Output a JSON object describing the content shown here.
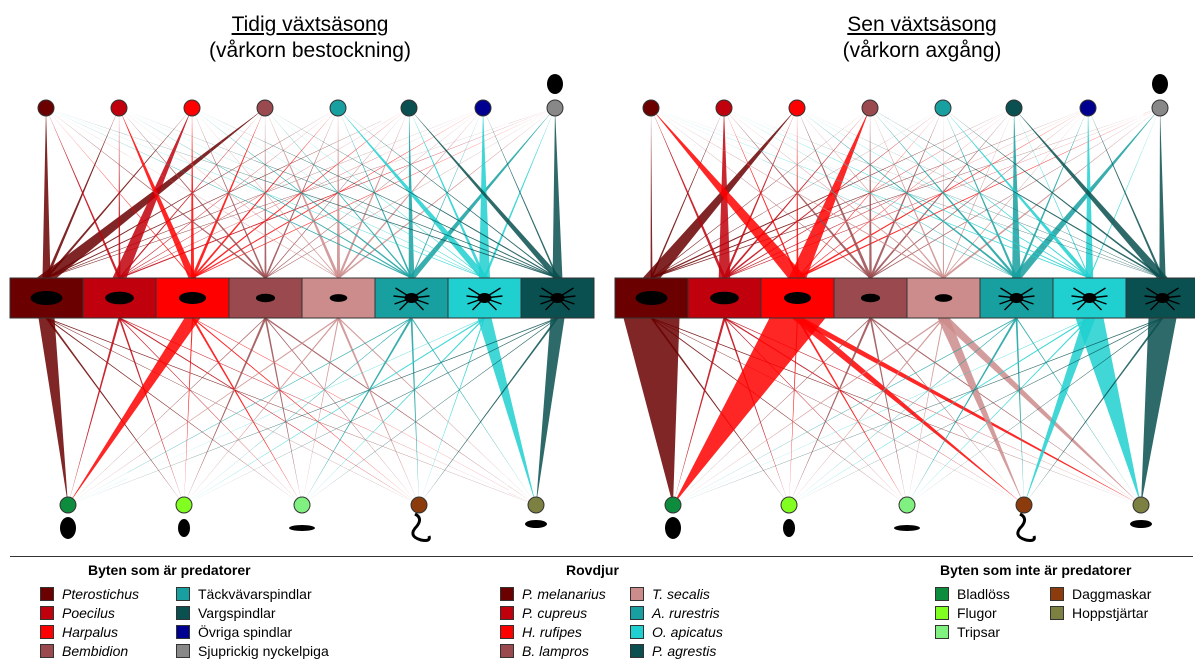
{
  "panels": [
    {
      "title_main": "Tidig växtsäsong",
      "title_sub": "(vårkorn bestockning)"
    },
    {
      "title_main": "Sen växtsäsong",
      "title_sub": "(vårkorn axgång)"
    }
  ],
  "colors": {
    "pterostichus": "#6b0000",
    "poecilus": "#c0000c",
    "harpalus": "#ff0000",
    "bembidion": "#9a4a4e",
    "tackvavarspindlar": "#18a0a0",
    "vargspindlar": "#0a5050",
    "ovriga_spindlar": "#000090",
    "sjuprickig_nyckelpiga": "#888888",
    "p_melanarius": "#6b0000",
    "p_cupreus": "#c0000c",
    "h_rufipes": "#ff0000",
    "b_lampros": "#9a4a4e",
    "t_secalis": "#cc8c8c",
    "a_rurestris": "#18a0a0",
    "o_apicatus": "#20d0d0",
    "p_agrestis": "#0a5050",
    "bladloss": "#0c8c3c",
    "flugor": "#80ff20",
    "tripsar": "#80f080",
    "daggmaskar": "#8c3c0c",
    "hoppstjartar": "#7c8040"
  },
  "legend": {
    "prey_predators": {
      "heading": "Byten som är predatorer",
      "col1": [
        {
          "label": "Pterostichus",
          "color": "#6b0000",
          "italic": true
        },
        {
          "label": "Poecilus",
          "color": "#c0000c",
          "italic": true
        },
        {
          "label": "Harpalus",
          "color": "#ff0000",
          "italic": true
        },
        {
          "label": "Bembidion",
          "color": "#9a4a4e",
          "italic": true
        }
      ],
      "col2": [
        {
          "label": "Täckvävarspindlar",
          "color": "#18a0a0",
          "italic": false
        },
        {
          "label": "Vargspindlar",
          "color": "#0a5050",
          "italic": false
        },
        {
          "label": "Övriga spindlar",
          "color": "#000090",
          "italic": false
        },
        {
          "label": "Sjuprickig nyckelpiga",
          "color": "#888888",
          "italic": false
        }
      ]
    },
    "predators": {
      "heading": "Rovdjur",
      "col1": [
        {
          "label": "P. melanarius",
          "color": "#6b0000",
          "italic": true
        },
        {
          "label": "P. cupreus",
          "color": "#c0000c",
          "italic": true
        },
        {
          "label": "H. rufipes",
          "color": "#ff0000",
          "italic": true
        },
        {
          "label": "B. lampros",
          "color": "#9a4a4e",
          "italic": true
        }
      ],
      "col2": [
        {
          "label": "T. secalis",
          "color": "#cc8c8c",
          "italic": true
        },
        {
          "label": "A. rurestris",
          "color": "#18a0a0",
          "italic": true
        },
        {
          "label": "O. apicatus",
          "color": "#20d0d0",
          "italic": true
        },
        {
          "label": "P. agrestis",
          "color": "#0a5050",
          "italic": true
        }
      ]
    },
    "prey_nonpredators": {
      "heading": "Byten som inte är predatorer",
      "col1": [
        {
          "label": "Bladlöss",
          "color": "#0c8c3c",
          "italic": false
        },
        {
          "label": "Flugor",
          "color": "#80ff20",
          "italic": false
        },
        {
          "label": "Tripsar",
          "color": "#80f080",
          "italic": false
        }
      ],
      "col2": [
        {
          "label": "Daggmaskar",
          "color": "#8c3c0c",
          "italic": false
        },
        {
          "label": "Hoppstjärtar",
          "color": "#7c8040",
          "italic": false
        }
      ]
    }
  }
}
